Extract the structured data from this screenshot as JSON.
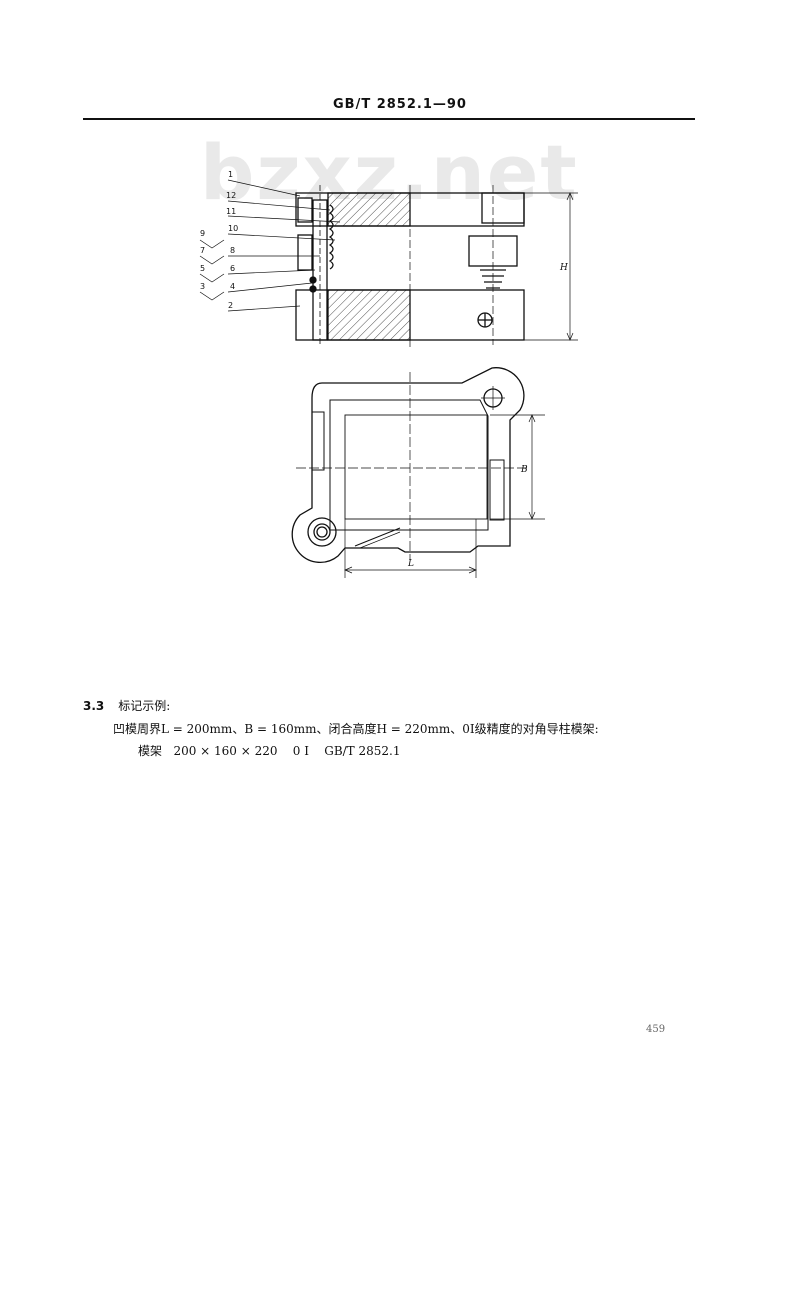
{
  "header": {
    "standard": "GB/T 2852.1—90"
  },
  "watermark": "bzxz.net",
  "figure": {
    "callouts": [
      "1",
      "12",
      "11",
      "10",
      "9",
      "8",
      "7",
      "6",
      "5",
      "4",
      "3",
      "2"
    ],
    "dim_H": "H",
    "dim_B": "B",
    "dim_L": "L"
  },
  "section": {
    "number": "3.3",
    "title": "标记示例:",
    "line1": "凹模周界L = 200mm、B = 160mm、闭合高度H = 220mm、0I级精度的对角导柱模架:",
    "line2": "模架   200 × 160 × 220    0 I    GB/T 2852.1"
  },
  "page_number": "459"
}
